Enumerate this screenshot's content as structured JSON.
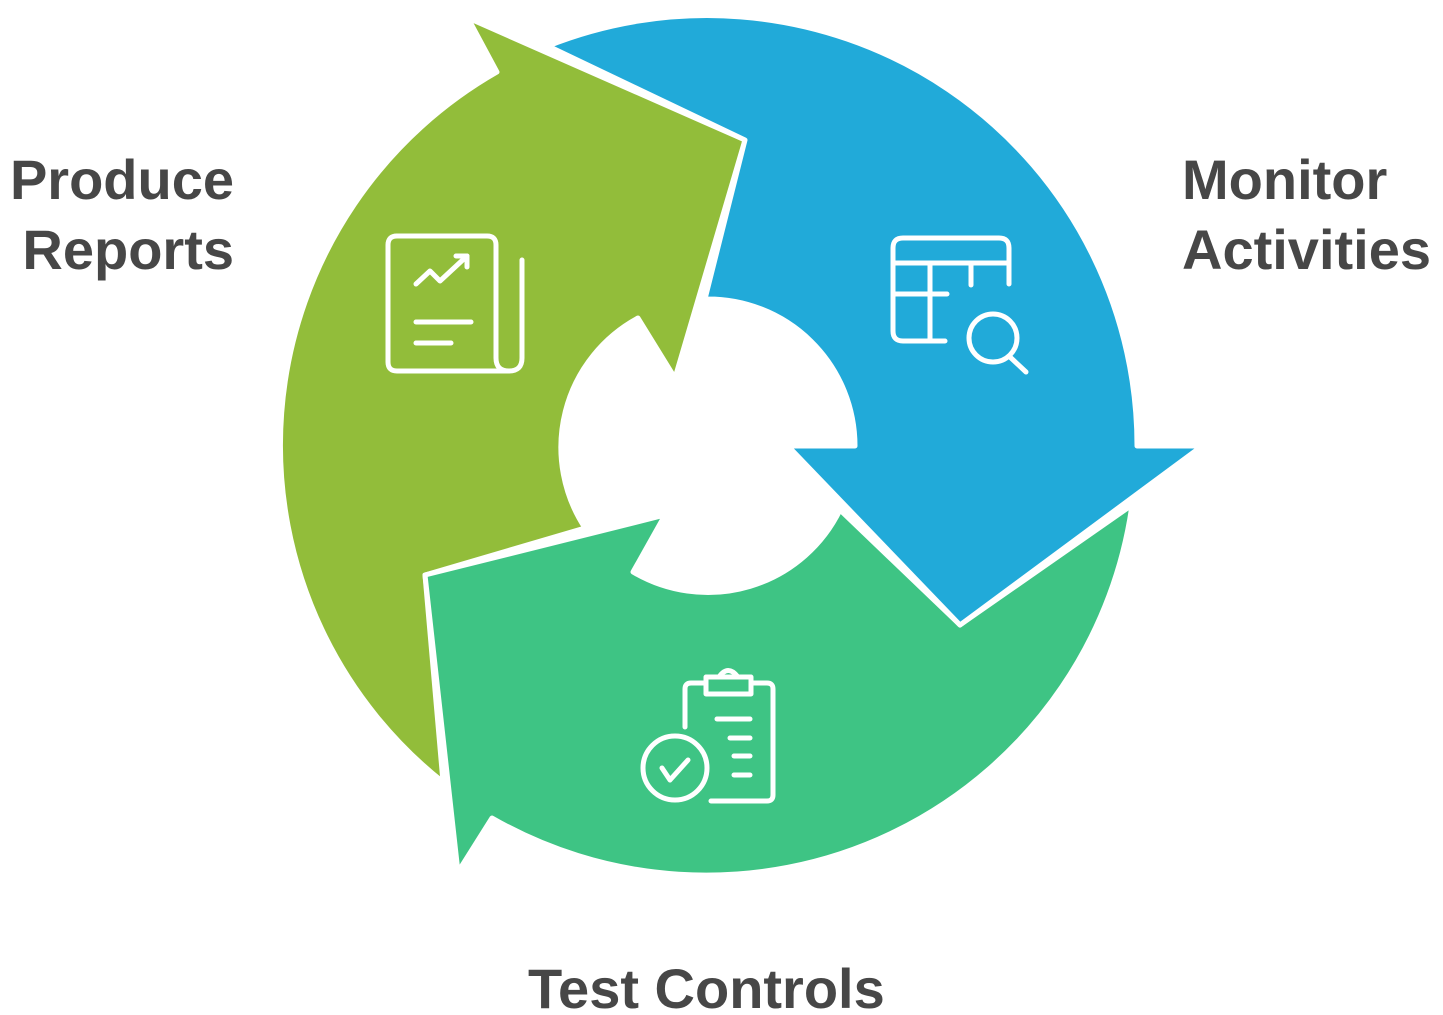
{
  "diagram": {
    "type": "cycle",
    "steps": [
      {
        "label_line1": "Monitor",
        "label_line2": "Activities",
        "icon": "table-search-icon",
        "color": "#21AAD9"
      },
      {
        "label": "Test Controls",
        "icon": "clipboard-check-icon",
        "color": "#3EC484"
      },
      {
        "label_line1": "Produce",
        "label_line2": "Reports",
        "icon": "report-chart-icon",
        "color": "#92BD3A"
      }
    ]
  }
}
